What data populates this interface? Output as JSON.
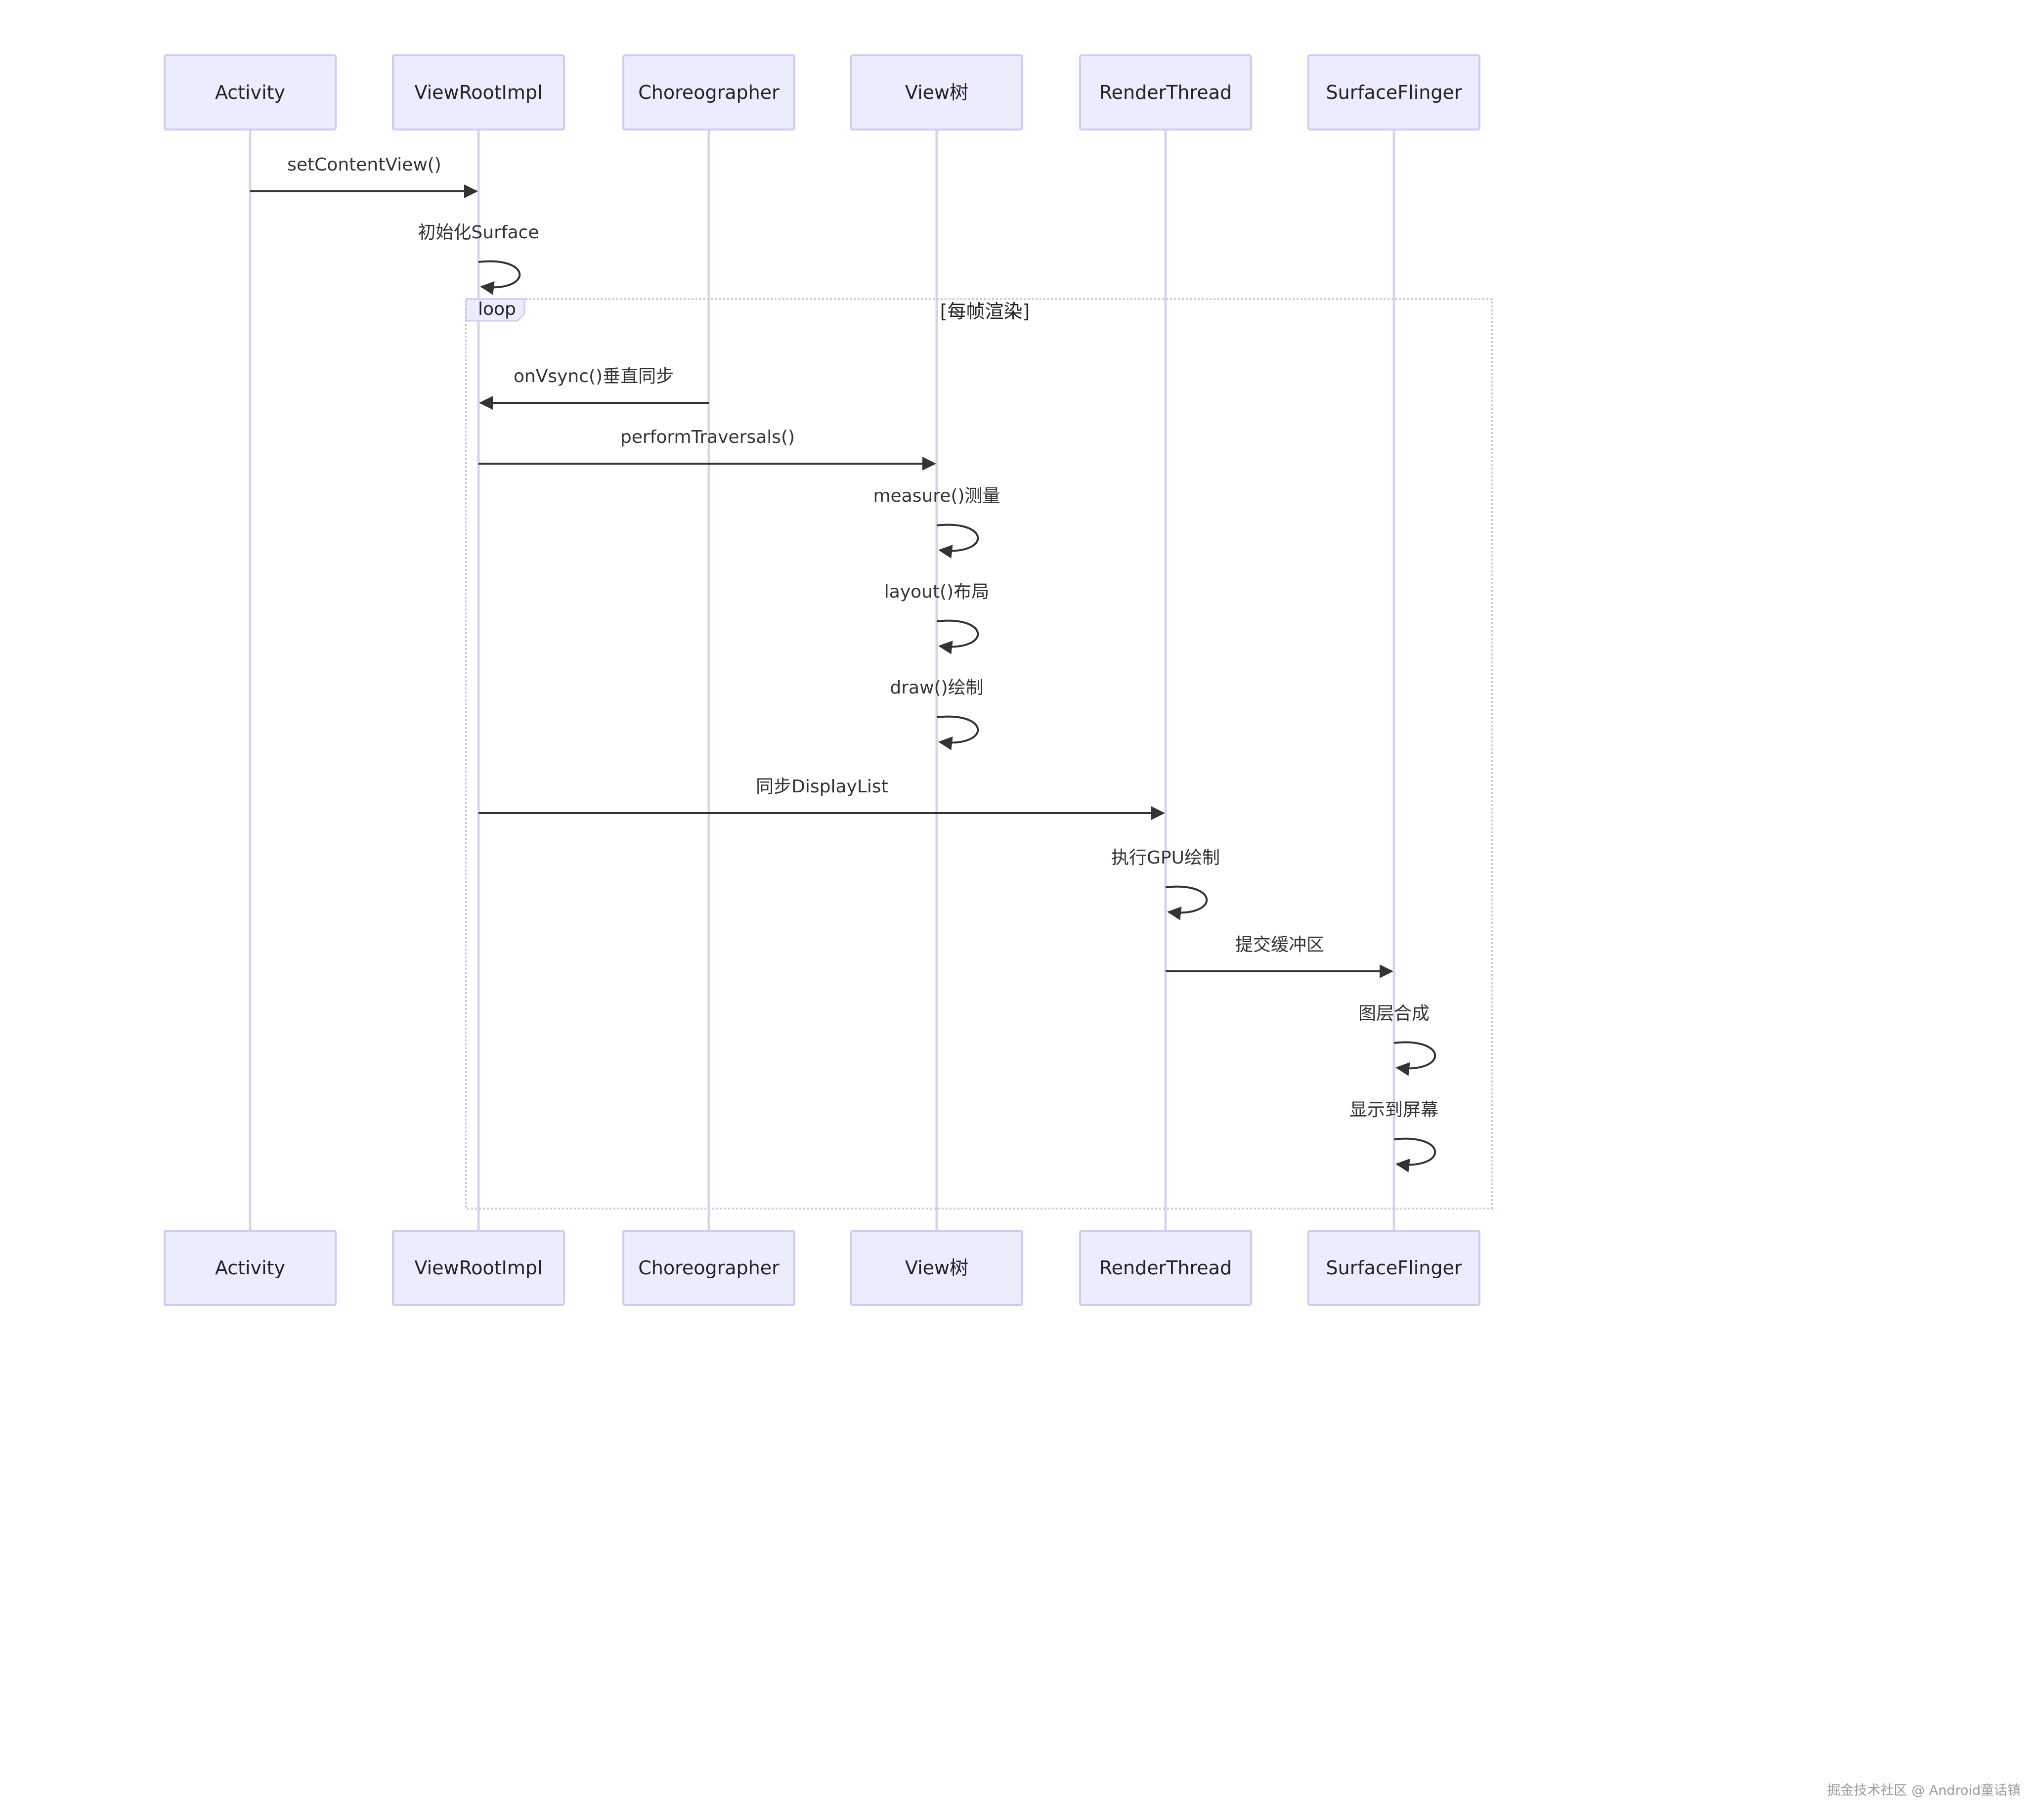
{
  "diagram": {
    "type": "sequence",
    "participants": [
      {
        "id": "activity",
        "label": "Activity"
      },
      {
        "id": "viewroot",
        "label": "ViewRootImpl"
      },
      {
        "id": "choreo",
        "label": "Choreographer"
      },
      {
        "id": "viewtree",
        "label": "View树"
      },
      {
        "id": "render",
        "label": "RenderThread"
      },
      {
        "id": "surface",
        "label": "SurfaceFlinger"
      }
    ],
    "messages": [
      {
        "from": "activity",
        "to": "viewroot",
        "label": "setContentView()"
      },
      {
        "from": "viewroot",
        "to": "viewroot",
        "label": "初始化Surface"
      },
      {
        "from": "choreo",
        "to": "viewroot",
        "label": "onVsync()垂直同步"
      },
      {
        "from": "viewroot",
        "to": "viewtree",
        "label": "performTraversals()"
      },
      {
        "from": "viewtree",
        "to": "viewtree",
        "label": "measure()测量"
      },
      {
        "from": "viewtree",
        "to": "viewtree",
        "label": "layout()布局"
      },
      {
        "from": "viewtree",
        "to": "viewtree",
        "label": "draw()绘制"
      },
      {
        "from": "viewroot",
        "to": "render",
        "label": "同步DisplayList"
      },
      {
        "from": "render",
        "to": "render",
        "label": "执行GPU绘制"
      },
      {
        "from": "render",
        "to": "surface",
        "label": "提交缓冲区"
      },
      {
        "from": "surface",
        "to": "surface",
        "label": "图层合成"
      },
      {
        "from": "surface",
        "to": "surface",
        "label": "显示到屏幕"
      }
    ],
    "loop": {
      "label": "loop",
      "condition": "[每帧渲染]",
      "from_message": 2,
      "to_message": 11
    }
  },
  "watermark": "掘金技术社区 @ Android童话镇",
  "colors": {
    "actor_fill": "#ECECFF",
    "actor_stroke": "#CDCDF0",
    "lifeline": "#D8D2F0",
    "message": "#333333"
  }
}
